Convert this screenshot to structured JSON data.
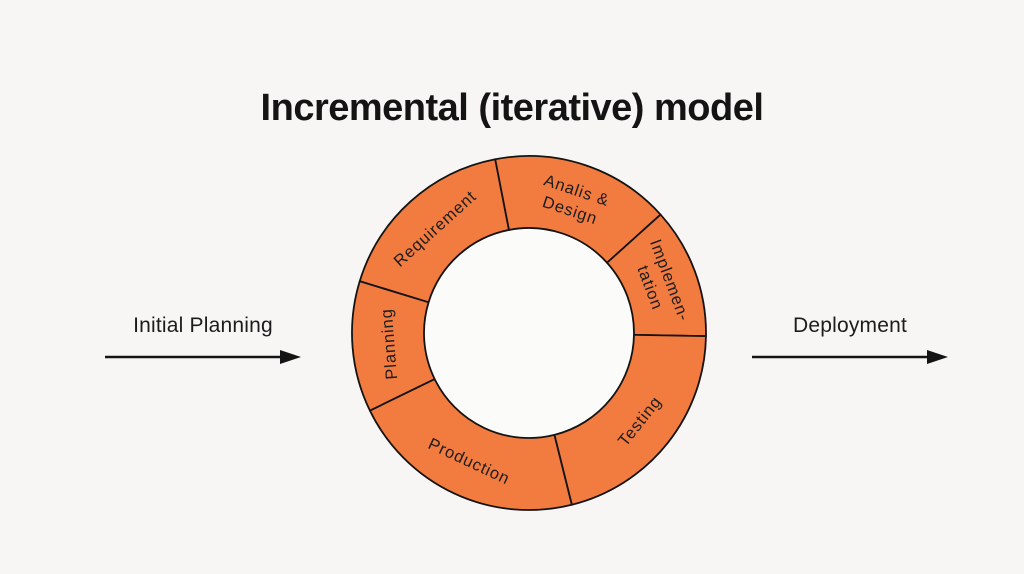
{
  "page": {
    "title": "Incremental (iterative) model",
    "background": "#F7F6F4"
  },
  "flows": {
    "left": {
      "label": "Initial Planning"
    },
    "right": {
      "label": "Deployment"
    }
  },
  "chart_data": {
    "type": "pie",
    "subtype": "donut-cycle-diagram",
    "title": "Incremental (iterative) model",
    "legend_position": "none",
    "geometry": {
      "outer_radius": 177,
      "inner_radius": 105,
      "label_radius": 141
    },
    "colors": {
      "ring_fill": "#F27B40",
      "outline": "#141414",
      "hole_fill": "#FBFBFA",
      "label_text": "#1d1d1d"
    },
    "segments": [
      {
        "id": "requirement",
        "lines": [
          "Requirement"
        ],
        "start_deg": 101,
        "end_deg": 163,
        "span_deg": 62,
        "flip": false
      },
      {
        "id": "analysis-design",
        "lines": [
          "Analis &",
          "Design"
        ],
        "start_deg": 42,
        "end_deg": 101,
        "span_deg": 59,
        "flip": false
      },
      {
        "id": "implementation",
        "lines": [
          "Implemen-",
          "tation"
        ],
        "start_deg": 359,
        "end_deg": 402,
        "span_deg": 43,
        "flip": false
      },
      {
        "id": "testing",
        "lines": [
          "Testing"
        ],
        "start_deg": 284,
        "end_deg": 359,
        "span_deg": 75,
        "flip": true
      },
      {
        "id": "production",
        "lines": [
          "Production"
        ],
        "start_deg": 206,
        "end_deg": 284,
        "span_deg": 78,
        "flip": true
      },
      {
        "id": "planning",
        "lines": [
          "Planning"
        ],
        "start_deg": 163,
        "end_deg": 206,
        "span_deg": 43,
        "flip": false
      }
    ]
  }
}
